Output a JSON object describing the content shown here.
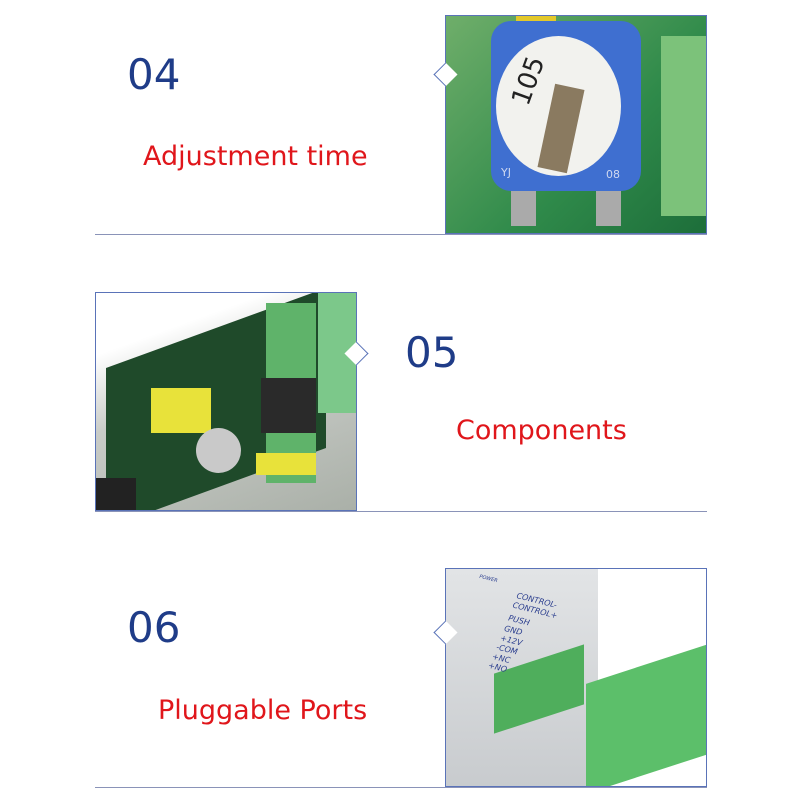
{
  "sections": [
    {
      "number": "04",
      "caption": "Adjustment time",
      "photo": "potentiometer-closeup",
      "photo_text": [
        "105",
        "YJ",
        "08"
      ]
    },
    {
      "number": "05",
      "caption": "Components",
      "photo": "circuit-board"
    },
    {
      "number": "06",
      "caption": "Pluggable Ports",
      "photo": "terminal-block-ports",
      "photo_text": [
        "POWER",
        "CONTROL-",
        "CONTROL+",
        "PUSH",
        "GND",
        "+12V",
        "-COM",
        "+NC",
        "+NO"
      ]
    }
  ],
  "colors": {
    "number": "#1f3c88",
    "caption": "#e0161b",
    "frame": "#5a73b8"
  }
}
